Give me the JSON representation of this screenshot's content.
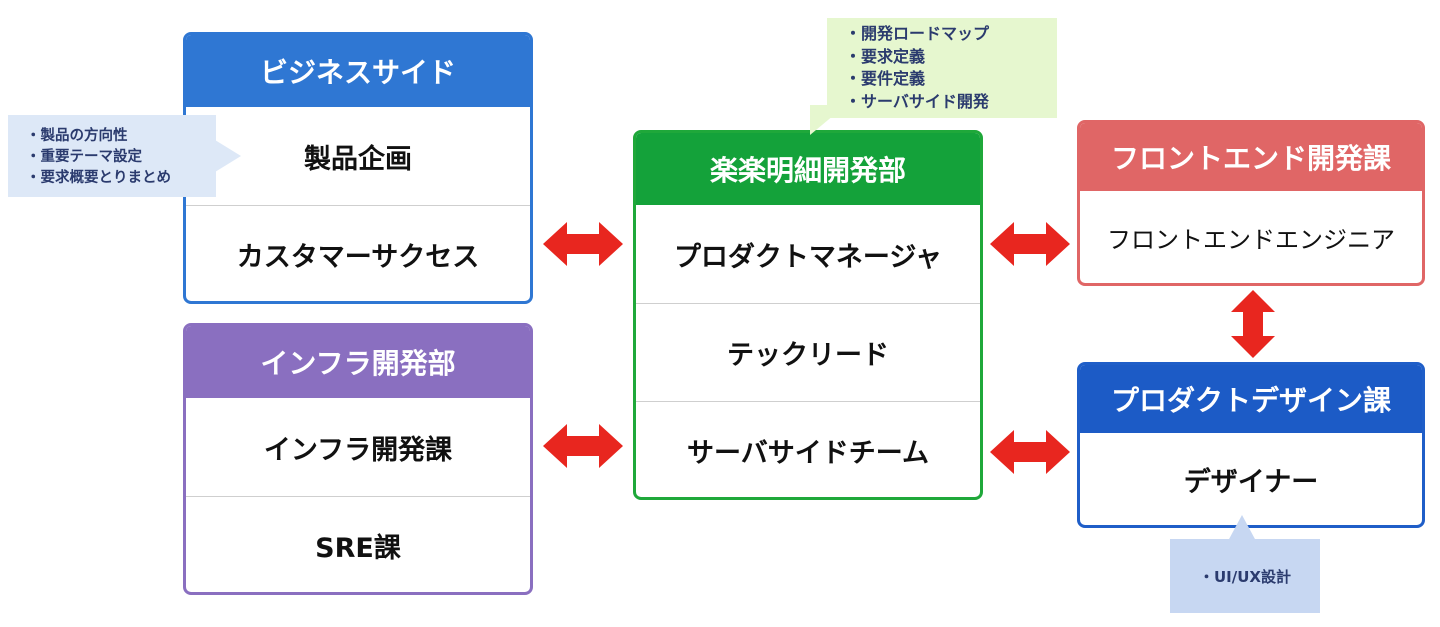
{
  "business": {
    "title": "ビジネスサイド",
    "items": [
      "製品企画",
      "カスタマーサクセス"
    ],
    "note": [
      "製品の方向性",
      "重要テーマ設定",
      "要求概要とりまとめ"
    ]
  },
  "infra": {
    "title": "インフラ開発部",
    "items": [
      "インフラ開発課",
      "SRE課"
    ]
  },
  "rakuraku": {
    "title": "楽楽明細開発部",
    "items": [
      "プロダクトマネージャ",
      "テックリード",
      "サーバサイドチーム"
    ],
    "note": [
      "開発ロードマップ",
      "要求定義",
      "要件定義",
      "サーバサイド開発"
    ]
  },
  "frontend": {
    "title": "フロントエンド開発課",
    "items": [
      "フロントエンドエンジニア"
    ]
  },
  "design": {
    "title": "プロダクトデザイン課",
    "items": [
      "デザイナー"
    ],
    "note": "・UI/UX設計"
  },
  "colors": {
    "business": "#2f77d3",
    "infra": "#8a6fc0",
    "rakuraku": "#14a23a",
    "frontend": "#e06666",
    "design": "#1c5bc6",
    "arrow": "#e8261f"
  }
}
